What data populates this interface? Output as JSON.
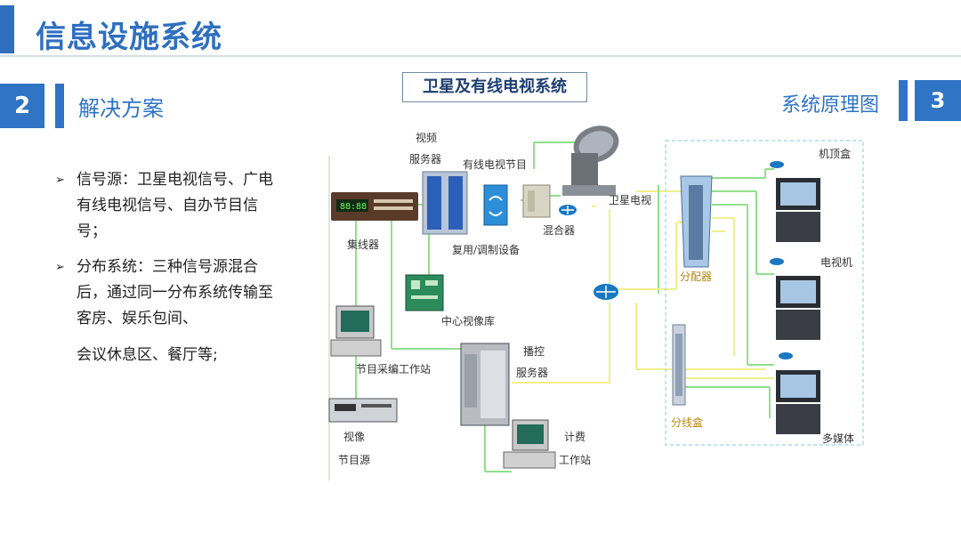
{
  "header": {
    "title": "信息设施系统"
  },
  "section_left": {
    "number": "2",
    "title": "解决方案"
  },
  "section_right": {
    "label": "系统原理图",
    "number": "3"
  },
  "bullets": [
    {
      "marker": "➢",
      "text": "信号源：卫星电视信号、广电有线电视信号、自办节目信号；"
    },
    {
      "marker": "➢",
      "text": "分布系统：三种信号源混合后，通过同一分布系统传输至客房、娱乐包间、"
    }
  ],
  "bullet_tail": "会议休息区、餐厅等;",
  "diagram": {
    "title": "卫星及有线电视系统",
    "labels": {
      "video_server_1": "视频",
      "video_server_2": "服务器",
      "cable_tv_program": "有线电视节目",
      "satellite_tv": "卫星电视",
      "hub": "集线器",
      "mod_equipment": "复用/调制设备",
      "mixer": "混合器",
      "central_video_library": "中心视像库",
      "splitter_distributor": "分配器",
      "program_edit_station": "节目采编工作站",
      "playout_1": "播控",
      "playout_2": "服务器",
      "video_1": "视像",
      "video_2": "节目源",
      "billing_1": "计费",
      "billing_2": "工作站",
      "branch_box": "分线盒",
      "set_top_box": "机顶盒",
      "tv_set": "电视机",
      "multimedia": "多媒体"
    }
  },
  "colors": {
    "accent": "#2f74c5",
    "line_green": "#8fe08a",
    "line_yellow": "#f1ef8a",
    "dashed_border": "#a8dfe6"
  }
}
